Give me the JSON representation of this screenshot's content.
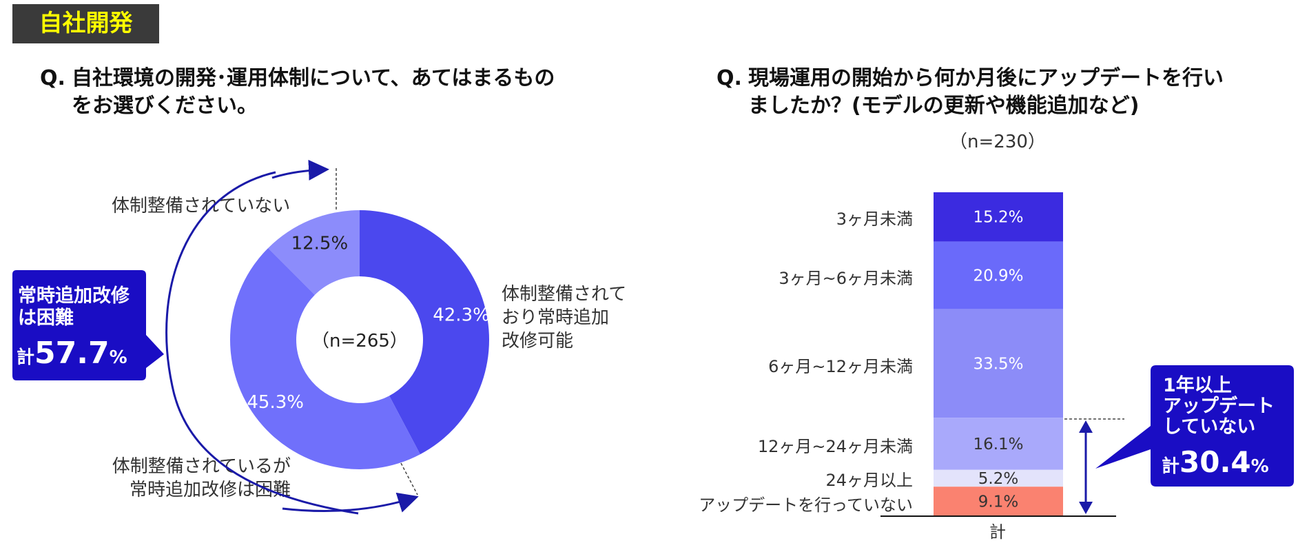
{
  "header": {
    "tag": "自社開発"
  },
  "left": {
    "question_mark": "Q.",
    "question_line1": "自社環境の開発･運用体制について、あてはまるもの",
    "question_line2": "をお選びください。",
    "label_a": "体制整備されていない",
    "label_b_lines": [
      "体制整備されて",
      "おり常時追加",
      "改修可能"
    ],
    "label_c_line1": "体制整備されているが",
    "label_c_line2": "常時追加改修は困難",
    "callout": {
      "line1": "常時追加改修",
      "line2": "は困難",
      "prefix": "計",
      "value": "57.7",
      "unit": "%"
    }
  },
  "right": {
    "question_mark": "Q.",
    "question_line1": "現場運用の開始から何か月後にアップデートを行い",
    "question_line2": "ましたか？(モデルの更新や機能追加など)",
    "callout": {
      "line1": "1年以上",
      "line2": "アップデート",
      "line3": "していない",
      "prefix": "計",
      "value": "30.4",
      "unit": "%"
    }
  },
  "colors": {
    "accent_navy": "#1a0fbf",
    "callout_bg": "#1a0dc4",
    "arrow": "#1a1aa8",
    "donut": [
      "#4b48ee",
      "#7070fb",
      "#8c8cfb"
    ],
    "bars": [
      "#3b2be0",
      "#6a6afa",
      "#8c8cf8",
      "#a9a9fb",
      "#e3e3fb",
      "#fa8270"
    ]
  },
  "chart_data": [
    {
      "type": "pie",
      "n_label": "（n=265）",
      "slices": [
        {
          "label": "体制整備されており常時追加改修可能",
          "value": 42.3,
          "value_label": "42.3%"
        },
        {
          "label": "体制整備されているが常時追加改修は困難",
          "value": 45.3,
          "value_label": "45.3%"
        },
        {
          "label": "体制整備されていない",
          "value": 12.5,
          "value_label": "12.5%"
        }
      ]
    },
    {
      "type": "bar",
      "stacked": true,
      "n_label": "（n=230）",
      "category": "計",
      "series": [
        {
          "name": "3ヶ月未満",
          "value": 15.2,
          "value_label": "15.2%"
        },
        {
          "name": "3ヶ月~6ヶ月未満",
          "value": 20.9,
          "value_label": "20.9%"
        },
        {
          "name": "6ヶ月~12ヶ月未満",
          "value": 33.5,
          "value_label": "33.5%"
        },
        {
          "name": "12ヶ月~24ヶ月未満",
          "value": 16.1,
          "value_label": "16.1%"
        },
        {
          "name": "24ヶ月以上",
          "value": 5.2,
          "value_label": "5.2%"
        },
        {
          "name": "アップデートを行っていない",
          "value": 9.1,
          "value_label": "9.1%"
        }
      ]
    }
  ]
}
